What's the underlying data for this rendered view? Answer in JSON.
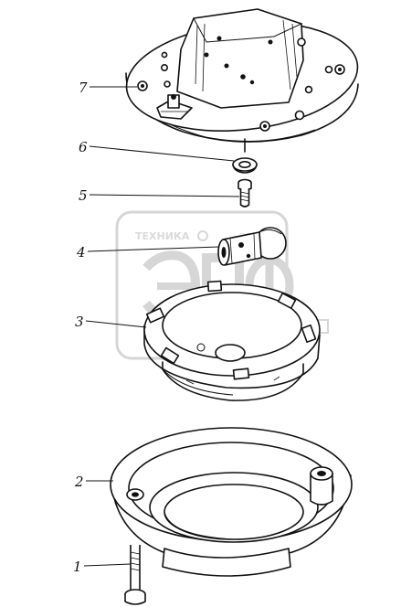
{
  "watermark": {
    "logo_text": "ЭПФ",
    "banner_text": "ТЕХНИКА"
  },
  "callouts": [
    {
      "id": "7",
      "label": "7"
    },
    {
      "id": "6",
      "label": "6"
    },
    {
      "id": "5",
      "label": "5"
    },
    {
      "id": "4",
      "label": "4"
    },
    {
      "id": "3",
      "label": "3"
    },
    {
      "id": "2",
      "label": "2"
    },
    {
      "id": "1",
      "label": "1"
    }
  ]
}
